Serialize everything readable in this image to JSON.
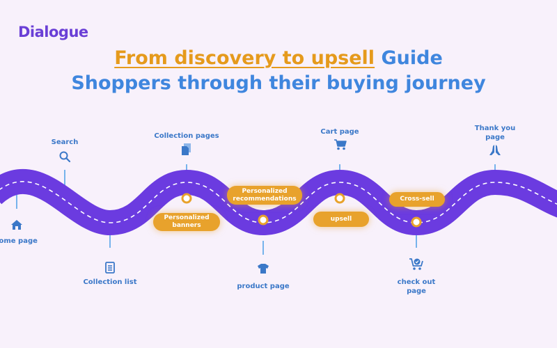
{
  "brand": {
    "logo": "Dialogue"
  },
  "headline": {
    "highlight": "From discovery to upsell",
    "line1_rest": " Guide",
    "line2": "Shoppers through their buying journey"
  },
  "stops": [
    {
      "id": "home",
      "label": "Home page",
      "icon": "home-icon"
    },
    {
      "id": "search",
      "label": "Search",
      "icon": "search-icon"
    },
    {
      "id": "collection-list",
      "label": "Collection list",
      "icon": "list-icon"
    },
    {
      "id": "collection-pages",
      "label": "Collection pages",
      "icon": "pages-icon"
    },
    {
      "id": "product",
      "label": "product page",
      "icon": "shirt-icon"
    },
    {
      "id": "cart",
      "label": "Cart page",
      "icon": "cart-icon"
    },
    {
      "id": "checkout",
      "label": "check out page",
      "icon": "checkout-cart-icon"
    },
    {
      "id": "thanks",
      "label": "Thank you page",
      "icon": "hands-icon"
    }
  ],
  "tactics": [
    {
      "label": "Personalized banners"
    },
    {
      "label": "Personalized recommendations"
    },
    {
      "label": "upsell"
    },
    {
      "label": "Cross-sell"
    }
  ],
  "colors": {
    "road": "#6b3be0",
    "label": "#3b78c8",
    "pill": "#e8a22c",
    "background": "#f8f1fb"
  }
}
